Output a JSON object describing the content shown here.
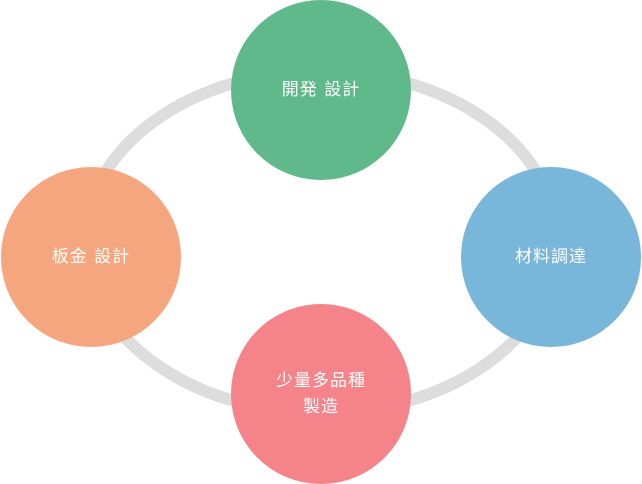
{
  "diagram": {
    "nodes": [
      {
        "id": "top",
        "label": "開発 設計",
        "color": "#5fb98b"
      },
      {
        "id": "right",
        "label": "材料調達",
        "color": "#78b6da"
      },
      {
        "id": "bottom",
        "label": "少量多品種\n製造",
        "color": "#f4838a"
      },
      {
        "id": "left",
        "label": "板金 設計",
        "color": "#f6a67e"
      }
    ],
    "cycle_order": [
      "top",
      "right",
      "bottom",
      "left"
    ],
    "ring_color": "#dddddd"
  }
}
